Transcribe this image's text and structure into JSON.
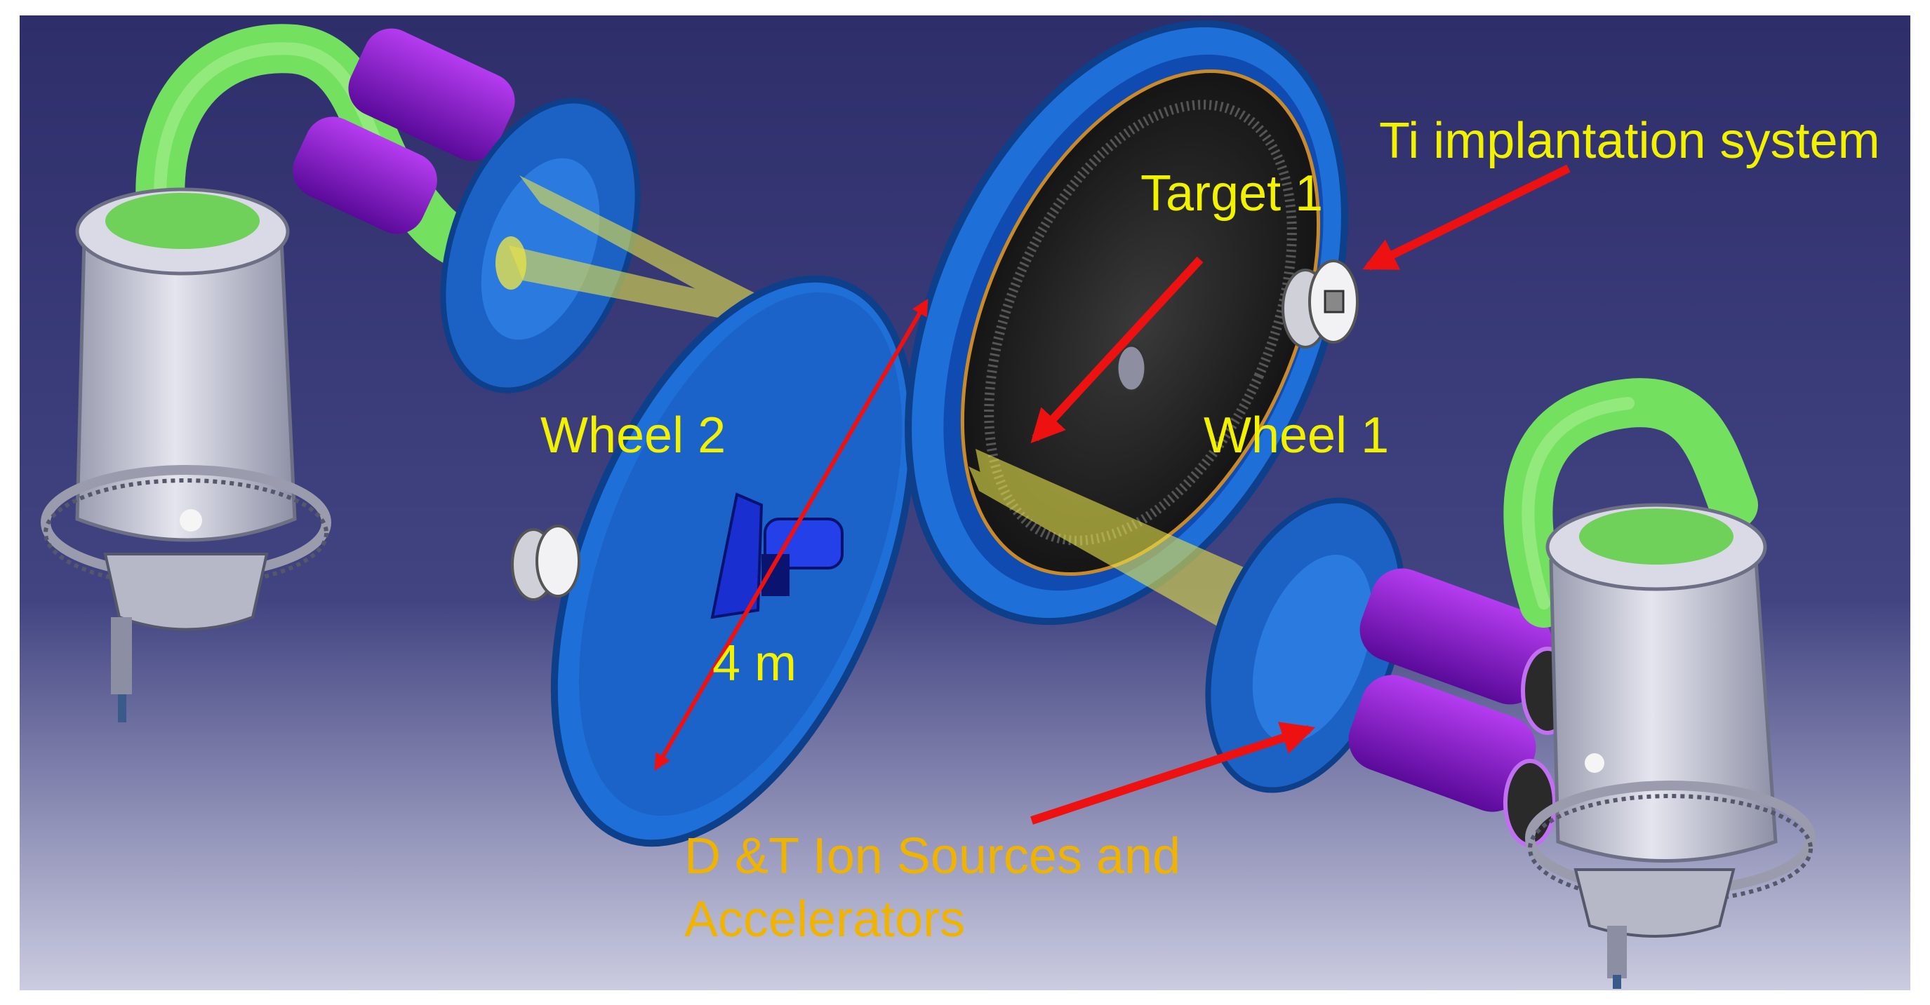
{
  "colors": {
    "background_top": "#2e2f6b",
    "background_bottom": "#c7c8dd",
    "wheel_blue": "#1f6fd8",
    "target_dark": "#2a2a2a",
    "beam_yellow": "#e6e24a",
    "accelerator_purple": "#8f12d8",
    "pipe_green": "#74e060",
    "housing_grey": "#c9cbd8",
    "label_yellow": "#f2f200",
    "label_orange": "#f0b400",
    "arrow_red": "#ee1111"
  },
  "labels": {
    "ti_system": "Ti implantation system",
    "target_1": "Target 1",
    "wheel_2": "Wheel 2",
    "wheel_1": "Wheel 1",
    "dimension": "4 m",
    "ion_sources_line1": "D &T Ion Sources and",
    "ion_sources_line2": "Accelerators"
  }
}
